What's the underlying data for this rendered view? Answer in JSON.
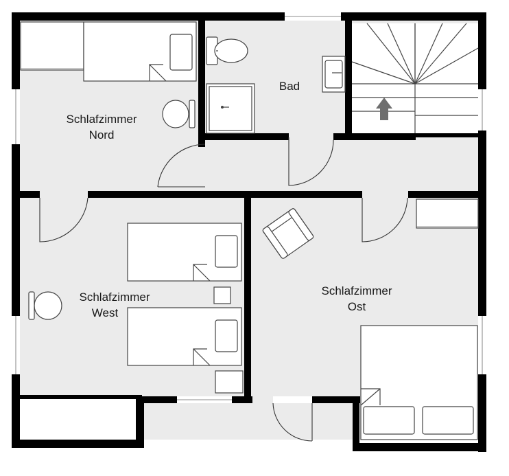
{
  "rooms": {
    "nord": {
      "line1": "Schlafzimmer",
      "line2": "Nord"
    },
    "bad": {
      "label": "Bad"
    },
    "west": {
      "line1": "Schlafzimmer",
      "line2": "West"
    },
    "ost": {
      "line1": "Schlafzimmer",
      "line2": "Ost"
    }
  },
  "colors": {
    "floor": "#ebebeb",
    "wall": "#000000",
    "stair_arrow": "#6e6e6e"
  },
  "icons": {
    "stairs": "staircase-up-arrow-icon",
    "chair": "armchair-icon"
  }
}
